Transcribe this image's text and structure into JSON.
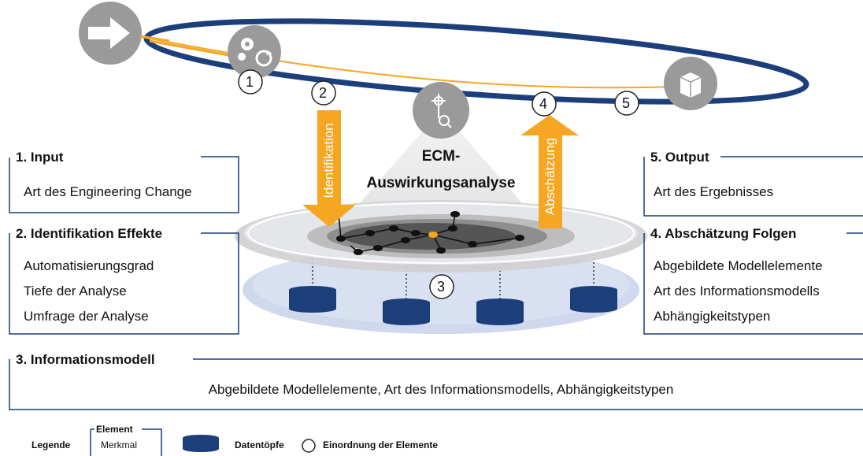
{
  "center": {
    "line1": "ECM-",
    "line2": "Auswirkungsanalyse"
  },
  "arrows": {
    "down_label": "Identifikation",
    "up_label": "Abschätzung"
  },
  "markers": [
    "1",
    "2",
    "3",
    "4",
    "5"
  ],
  "boxes": {
    "input": {
      "title": "1. Input",
      "items": [
        "Art des Engineering Change"
      ]
    },
    "output": {
      "title": "5. Output",
      "items": [
        "Art des Ergebnisses"
      ]
    },
    "identifikation": {
      "title": "2. Identifikation Effekte",
      "items": [
        "Automatisierungsgrad",
        "Tiefe der Analyse",
        "Umfrage der Analyse"
      ]
    },
    "abschaetzung": {
      "title": "4. Abschätzung Folgen",
      "items": [
        "Abgebildete Modellelemente",
        "Art des Informationsmodells",
        "Abhängigkeitstypen"
      ]
    },
    "informationsmodell": {
      "title": "3. Informationsmodell",
      "items": [
        "Abgebildete Modellelemente, Art des Informationsmodells, Abhängigkeitstypen"
      ]
    }
  },
  "legend": {
    "label": "Legende",
    "element": "Element",
    "merkmal": "Merkmal",
    "datentoepfe": "Datentöpfe",
    "einordnung": "Einordnung der Elemente"
  },
  "colors": {
    "navy": "#1c3f7c",
    "orange": "#f5a623",
    "gray_icon": "#9a9a9a",
    "disc_blue": "#c9d3ea"
  },
  "icons": [
    "arrow-right-icon",
    "gears-refresh-icon",
    "network-search-icon",
    "package-box-icon"
  ]
}
